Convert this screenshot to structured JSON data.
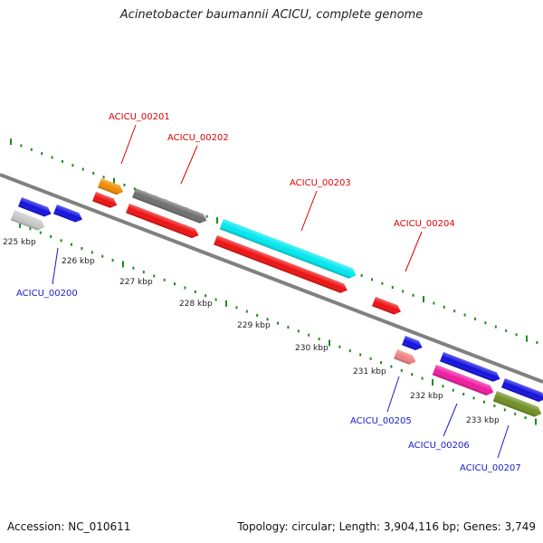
{
  "title": "Acinetobacter baumannii ACICU, complete genome",
  "footer": {
    "accession": "Accession: NC_010611",
    "summary": "Topology: circular; Length: 3,904,116 bp; Genes: 3,749"
  },
  "scale_labels": [
    "225 kbp",
    "226 kbp",
    "227 kbp",
    "228 kbp",
    "229 kbp",
    "230 kbp",
    "231 kbp",
    "232 kbp",
    "233 kbp"
  ],
  "gene_labels": [
    {
      "name": "ACICU_00200",
      "color": "#1a1acc"
    },
    {
      "name": "ACICU_00201",
      "color": "#e00000"
    },
    {
      "name": "ACICU_00202",
      "color": "#e00000"
    },
    {
      "name": "ACICU_00203",
      "color": "#e00000"
    },
    {
      "name": "ACICU_00204",
      "color": "#e00000"
    },
    {
      "name": "ACICU_00205",
      "color": "#1a1acc"
    },
    {
      "name": "ACICU_00206",
      "color": "#1a1acc"
    },
    {
      "name": "ACICU_00207",
      "color": "#1a1acc"
    }
  ],
  "colors": {
    "backbone": "#808080",
    "ticks": "#1e8a1e",
    "blue": "#1010e0",
    "red": "#ee1010",
    "orange": "#f08c00",
    "gray": "#6e6e6e",
    "cyan": "#00e8f0",
    "lightgray": "#c8c8c8",
    "pink": "#f08080",
    "magenta": "#ee1aa0",
    "olive": "#6f8f22"
  }
}
